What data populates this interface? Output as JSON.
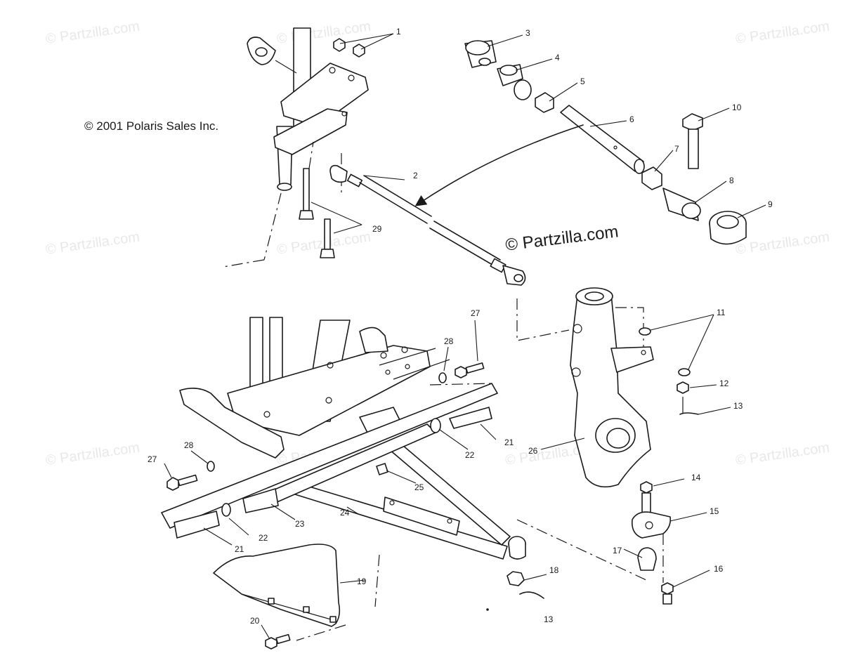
{
  "copyright": "© 2001 Polaris Sales Inc.",
  "brand_watermark": "© Partzilla.com",
  "background_watermark": "© Partzilla.com",
  "colors": {
    "ink": "#1a1a1a",
    "paper": "#ffffff"
  },
  "callouts": {
    "c1": "1",
    "c2": "2",
    "c3": "3",
    "c4": "4",
    "c5": "5",
    "c6": "6",
    "c7": "7",
    "c8": "8",
    "c9": "9",
    "c10": "10",
    "c11": "11",
    "c12": "12",
    "c13a": "13",
    "c13b": "13",
    "c14": "14",
    "c15": "15",
    "c16": "16",
    "c17": "17",
    "c18": "18",
    "c19": "19",
    "c20": "20",
    "c21a": "21",
    "c21b": "21",
    "c22a": "22",
    "c22b": "22",
    "c23": "23",
    "c24": "24",
    "c25": "25",
    "c26": "26",
    "c27a": "27",
    "c27b": "27",
    "c28a": "28",
    "c28b": "28",
    "c29": "29"
  }
}
